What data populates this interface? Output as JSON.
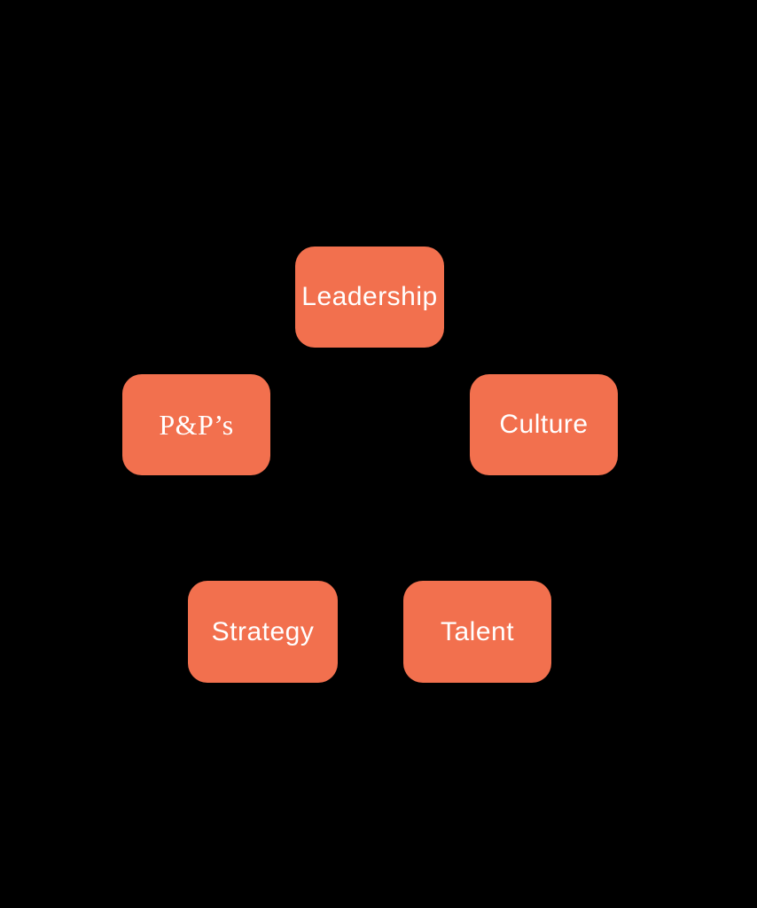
{
  "diagram": {
    "background_color": "#000000",
    "node_fill_color": "#F2704E",
    "node_text_color": "#FFFFFF",
    "nodes": [
      {
        "id": "leadership",
        "label": "Leadership"
      },
      {
        "id": "pnps",
        "label": "P&P’s"
      },
      {
        "id": "culture",
        "label": "Culture"
      },
      {
        "id": "strategy",
        "label": "Strategy"
      },
      {
        "id": "talent",
        "label": "Talent"
      }
    ]
  }
}
